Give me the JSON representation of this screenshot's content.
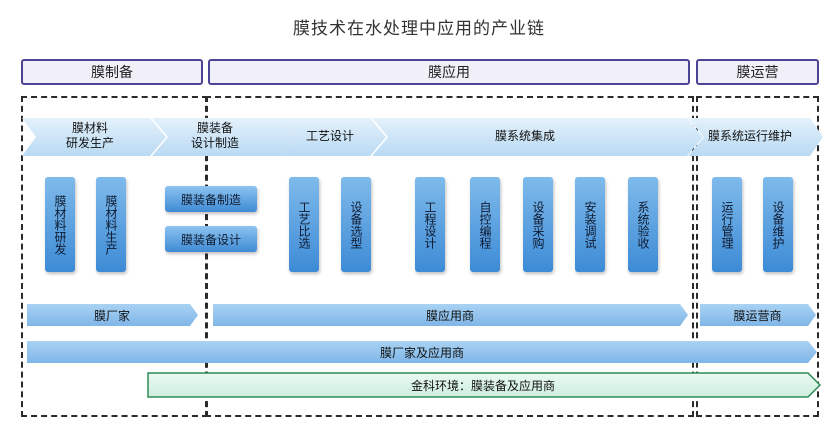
{
  "title": "膜技术在水处理中应用的产业链",
  "headers": [
    "膜制备",
    "膜应用",
    "膜运营"
  ],
  "stages": {
    "membrane_materials": "膜材料\n研发生产",
    "equipment_design": "膜装备\n设计制造",
    "process_design": "工艺设计",
    "system_integration": "膜系统集成",
    "operation_maintenance": "膜系统运行维护"
  },
  "vertical_boxes": {
    "material_rd": "膜材料研发",
    "material_prod": "膜材料生产",
    "process_select": "工艺比选",
    "equip_select": "设备选型",
    "eng_design": "工程设计",
    "auto_prog": "自控编程",
    "equip_purchase": "设备采购",
    "install_debug": "安装调试",
    "system_accept": "系统验收",
    "run_manage": "运行管理",
    "equip_maint": "设备维护"
  },
  "equipment_buttons": [
    "膜装备制造",
    "膜装备设计"
  ],
  "bars": {
    "manufacturer": "膜厂家",
    "application_vendor": "膜应用商",
    "operator": "膜运营商",
    "manufacturer_and_vendor": "膜厂家及应用商",
    "jinke": "金科环境：膜装备及应用商"
  },
  "colors": {
    "header_border": "#4b4396",
    "chevron": "#cfe6f8",
    "box_blue": "#4a95dc",
    "bar_blue": "#8ec3ee",
    "green_bar": "#dff5ea",
    "green_border": "#2e8b57"
  }
}
